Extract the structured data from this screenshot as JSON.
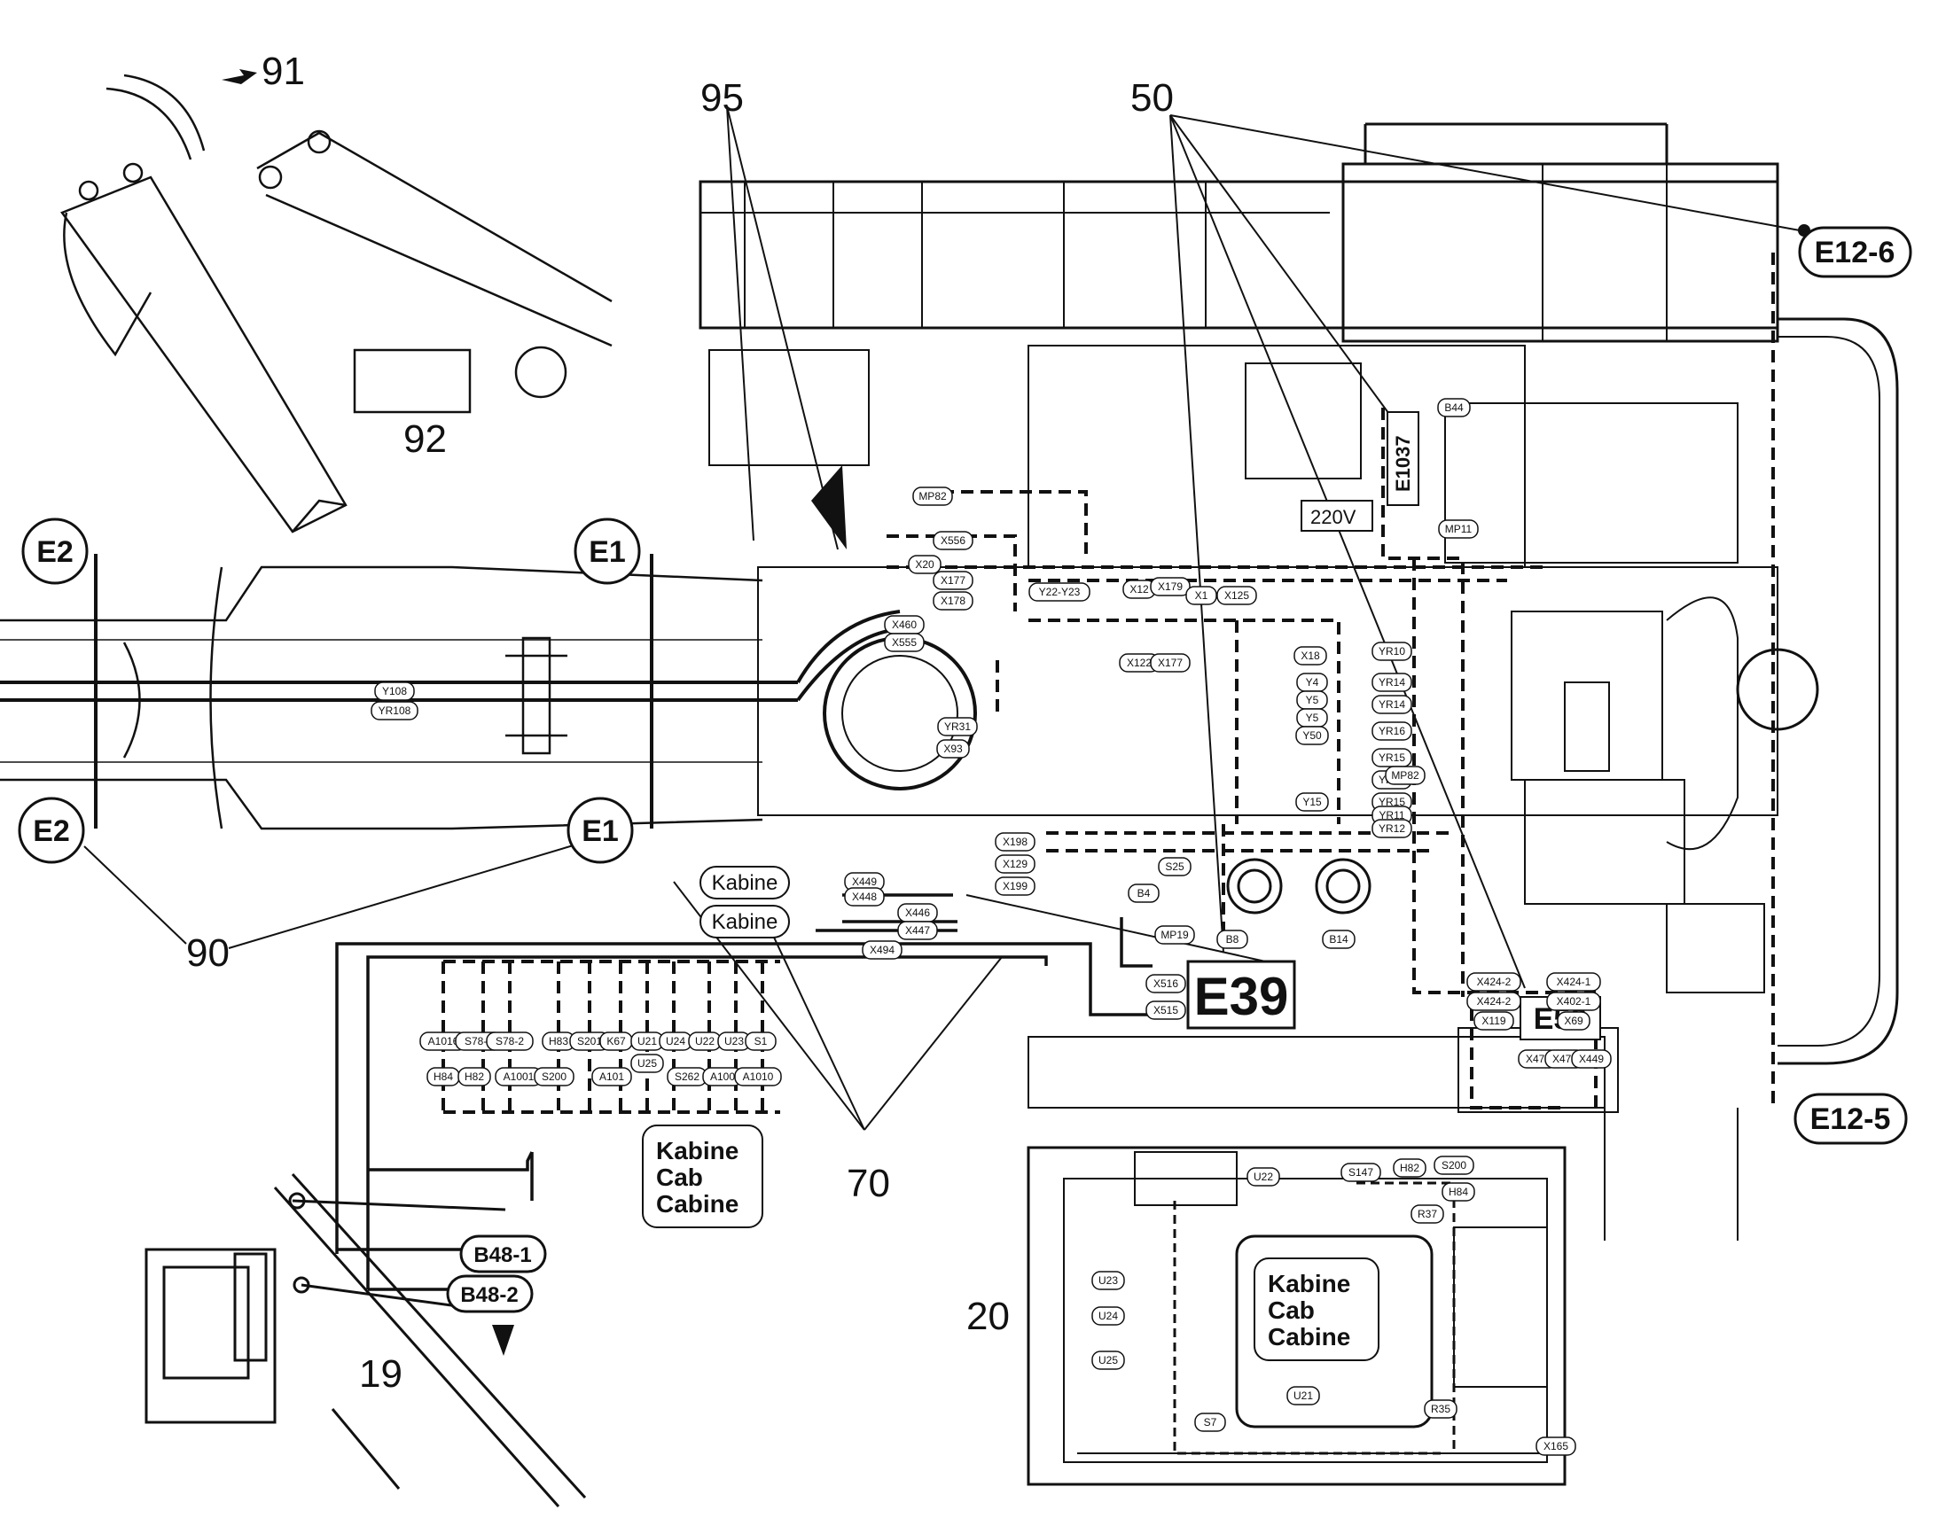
{
  "callouts": {
    "c91": "91",
    "c92": "92",
    "c95": "95",
    "c50": "50",
    "c90": "90",
    "c70": "70",
    "c20": "20",
    "c19": "19"
  },
  "connectors": {
    "e1_top": "E1",
    "e1_bottom": "E1",
    "e2_top": "E2",
    "e2_bottom": "E2",
    "e12_6": "E12-6",
    "e12_5": "E12-5",
    "e39": "E39",
    "e50": "E50",
    "e1037": "E1037",
    "b48_1": "B48-1",
    "b48_2": "B48-2",
    "kabine_1": "Kabine",
    "kabine_2": "Kabine"
  },
  "labels": {
    "v220": "220V",
    "kabine_lines": [
      "Kabine",
      "Cab",
      "Cabine"
    ],
    "inset_lines": [
      "Kabine",
      "Cab",
      "Cabine"
    ]
  },
  "components": {
    "boom_row": [
      "Y108",
      "YR108"
    ],
    "upper_row": [
      "MP82",
      "X556",
      "X20",
      "X177",
      "X178",
      "X460",
      "X555",
      "Y22-Y23",
      "X12",
      "X179",
      "X1",
      "X125",
      "X122",
      "X177",
      "YR31",
      "X93",
      "B44",
      "MP11"
    ],
    "valve_left": [
      "X18",
      "Y4",
      "Y5",
      "Y5",
      "Y50",
      "Y15"
    ],
    "valve_right": [
      "YR10",
      "YR14",
      "YR14",
      "YR16",
      "YR15",
      "YR18",
      "YR15",
      "YR11",
      "YR12",
      "MP82"
    ],
    "center_row": [
      "X198",
      "X129",
      "X199",
      "X449",
      "X448",
      "X446",
      "X447",
      "X494",
      "S25",
      "B4",
      "MP19",
      "B8",
      "B14",
      "X516",
      "X515"
    ],
    "harness_top": [
      "A1016",
      "S78-1",
      "S78-2",
      "H83",
      "S201",
      "K67",
      "U21",
      "U24",
      "U22",
      "U23",
      "S1"
    ],
    "harness_bottom": [
      "H84",
      "H82",
      "A1001",
      "S200",
      "A101",
      "U25",
      "S262",
      "A100",
      "A1010"
    ],
    "e50_block": [
      "X424-2",
      "X424-2",
      "X119",
      "X424-1",
      "X402-1",
      "X69",
      "X471",
      "X472",
      "X449"
    ],
    "inset": [
      "U22",
      "S147",
      "H82",
      "S200",
      "H84",
      "R37",
      "U23",
      "U24",
      "U25",
      "U21",
      "S7",
      "R35",
      "X165"
    ]
  }
}
